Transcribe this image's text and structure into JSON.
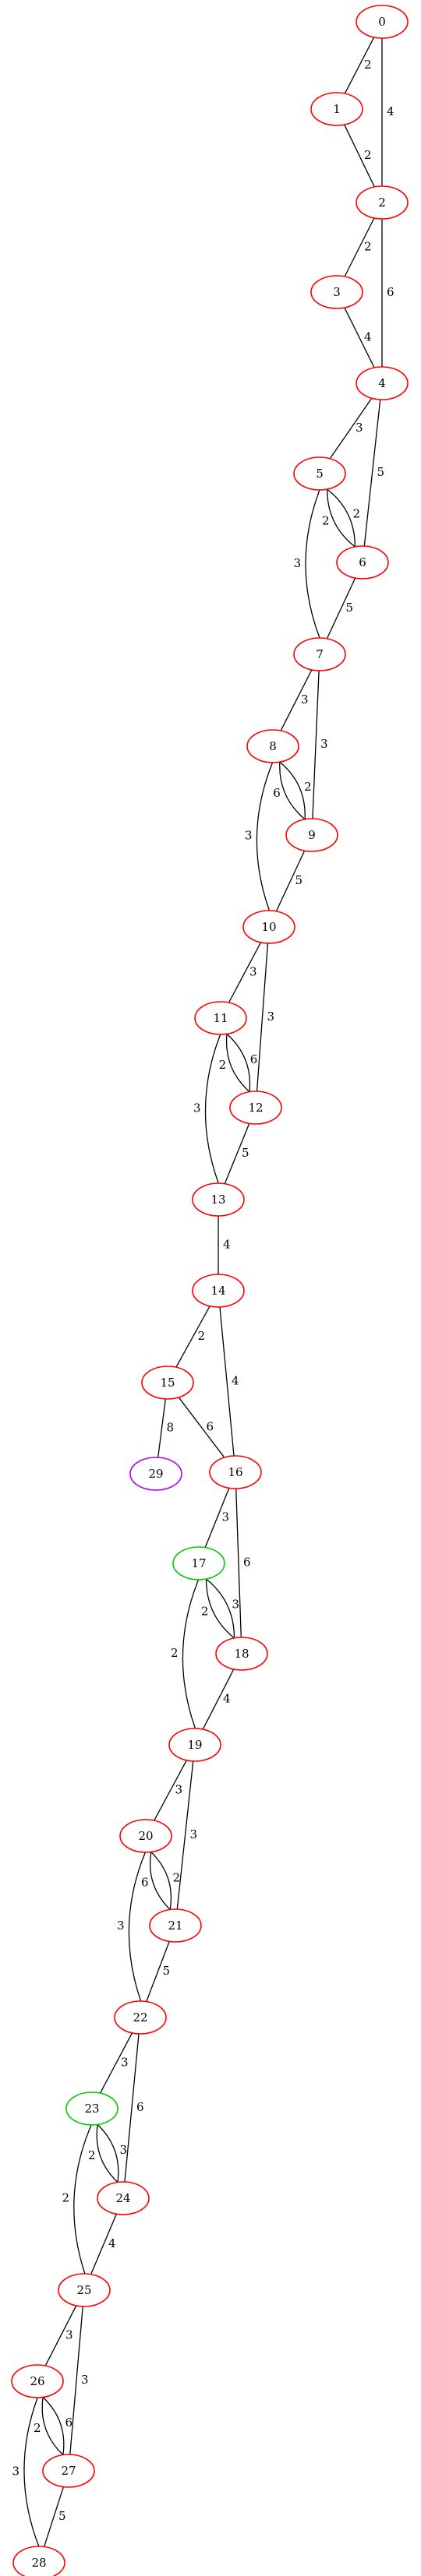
{
  "colors": {
    "default": "#ff0000",
    "green": "#00cc00",
    "purple": "#aa00ff"
  },
  "nodes": [
    {
      "id": "0",
      "color": "default"
    },
    {
      "id": "1",
      "color": "default"
    },
    {
      "id": "2",
      "color": "default"
    },
    {
      "id": "3",
      "color": "default"
    },
    {
      "id": "4",
      "color": "default"
    },
    {
      "id": "5",
      "color": "default"
    },
    {
      "id": "6",
      "color": "default"
    },
    {
      "id": "7",
      "color": "default"
    },
    {
      "id": "8",
      "color": "default"
    },
    {
      "id": "9",
      "color": "default"
    },
    {
      "id": "10",
      "color": "default"
    },
    {
      "id": "11",
      "color": "default"
    },
    {
      "id": "12",
      "color": "default"
    },
    {
      "id": "13",
      "color": "default"
    },
    {
      "id": "14",
      "color": "default"
    },
    {
      "id": "15",
      "color": "default"
    },
    {
      "id": "16",
      "color": "default"
    },
    {
      "id": "17",
      "color": "green"
    },
    {
      "id": "18",
      "color": "default"
    },
    {
      "id": "19",
      "color": "default"
    },
    {
      "id": "20",
      "color": "default"
    },
    {
      "id": "21",
      "color": "default"
    },
    {
      "id": "22",
      "color": "default"
    },
    {
      "id": "23",
      "color": "green"
    },
    {
      "id": "24",
      "color": "default"
    },
    {
      "id": "25",
      "color": "default"
    },
    {
      "id": "26",
      "color": "default"
    },
    {
      "id": "27",
      "color": "default"
    },
    {
      "id": "28",
      "color": "default"
    },
    {
      "id": "29",
      "color": "purple"
    }
  ],
  "edges": [
    {
      "from": "0",
      "to": "1",
      "label": "2"
    },
    {
      "from": "0",
      "to": "2",
      "label": "4"
    },
    {
      "from": "1",
      "to": "2",
      "label": "2"
    },
    {
      "from": "2",
      "to": "3",
      "label": "2"
    },
    {
      "from": "2",
      "to": "4",
      "label": "6"
    },
    {
      "from": "3",
      "to": "4",
      "label": "4"
    },
    {
      "from": "4",
      "to": "5",
      "label": "3"
    },
    {
      "from": "4",
      "to": "6",
      "label": "5"
    },
    {
      "from": "5",
      "to": "6",
      "label": "2"
    },
    {
      "from": "5",
      "to": "6",
      "label": "2"
    },
    {
      "from": "5",
      "to": "7",
      "label": "3"
    },
    {
      "from": "6",
      "to": "7",
      "label": "5"
    },
    {
      "from": "7",
      "to": "8",
      "label": "3"
    },
    {
      "from": "7",
      "to": "9",
      "label": "3"
    },
    {
      "from": "8",
      "to": "9",
      "label": "6"
    },
    {
      "from": "8",
      "to": "9",
      "label": "2"
    },
    {
      "from": "8",
      "to": "10",
      "label": "3"
    },
    {
      "from": "9",
      "to": "10",
      "label": "5"
    },
    {
      "from": "10",
      "to": "11",
      "label": "3"
    },
    {
      "from": "10",
      "to": "12",
      "label": "3"
    },
    {
      "from": "11",
      "to": "12",
      "label": "2"
    },
    {
      "from": "11",
      "to": "12",
      "label": "6"
    },
    {
      "from": "11",
      "to": "13",
      "label": "3"
    },
    {
      "from": "12",
      "to": "13",
      "label": "5"
    },
    {
      "from": "13",
      "to": "14",
      "label": "4"
    },
    {
      "from": "14",
      "to": "15",
      "label": "2"
    },
    {
      "from": "14",
      "to": "16",
      "label": "4"
    },
    {
      "from": "15",
      "to": "16",
      "label": "6"
    },
    {
      "from": "15",
      "to": "29",
      "label": "8"
    },
    {
      "from": "16",
      "to": "17",
      "label": "3"
    },
    {
      "from": "16",
      "to": "18",
      "label": "6"
    },
    {
      "from": "17",
      "to": "18",
      "label": "2"
    },
    {
      "from": "17",
      "to": "18",
      "label": "3"
    },
    {
      "from": "17",
      "to": "19",
      "label": "2"
    },
    {
      "from": "18",
      "to": "19",
      "label": "4"
    },
    {
      "from": "19",
      "to": "20",
      "label": "3"
    },
    {
      "from": "19",
      "to": "21",
      "label": "3"
    },
    {
      "from": "20",
      "to": "21",
      "label": "6"
    },
    {
      "from": "20",
      "to": "21",
      "label": "2"
    },
    {
      "from": "20",
      "to": "22",
      "label": "3"
    },
    {
      "from": "21",
      "to": "22",
      "label": "5"
    },
    {
      "from": "22",
      "to": "23",
      "label": "3"
    },
    {
      "from": "22",
      "to": "24",
      "label": "6"
    },
    {
      "from": "23",
      "to": "24",
      "label": "2"
    },
    {
      "from": "23",
      "to": "24",
      "label": "3"
    },
    {
      "from": "23",
      "to": "25",
      "label": "2"
    },
    {
      "from": "24",
      "to": "25",
      "label": "4"
    },
    {
      "from": "25",
      "to": "26",
      "label": "3"
    },
    {
      "from": "25",
      "to": "27",
      "label": "3"
    },
    {
      "from": "26",
      "to": "27",
      "label": "2"
    },
    {
      "from": "26",
      "to": "27",
      "label": "6"
    },
    {
      "from": "26",
      "to": "28",
      "label": "3"
    },
    {
      "from": "27",
      "to": "28",
      "label": "5"
    }
  ]
}
